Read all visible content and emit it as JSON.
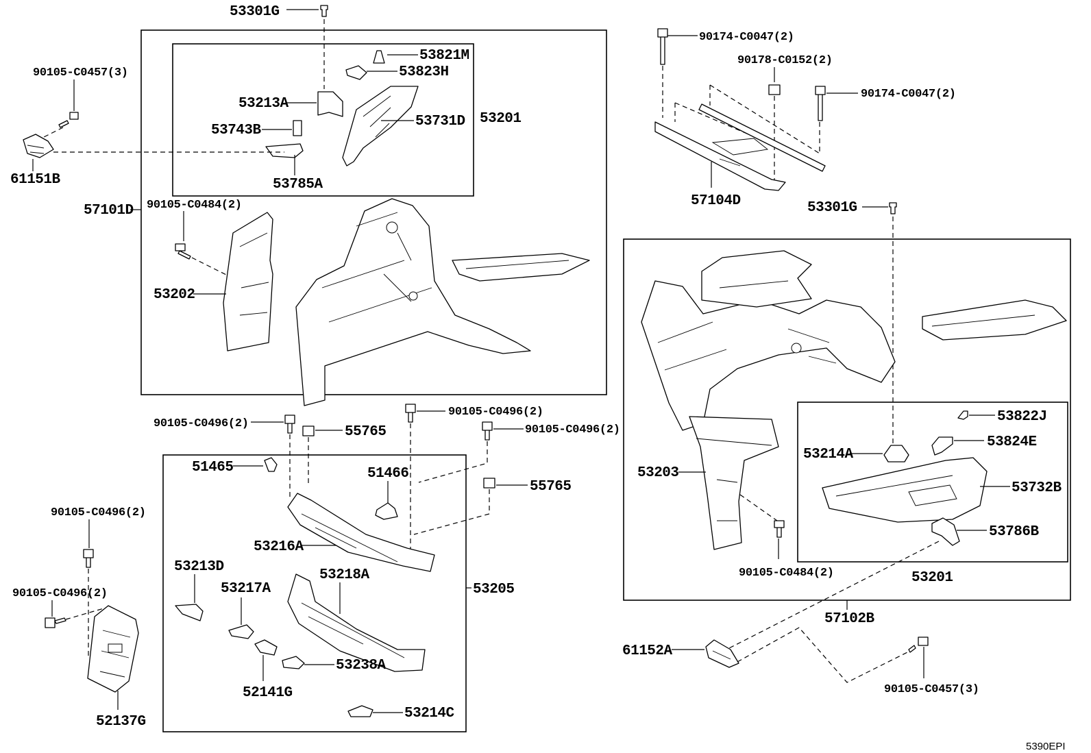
{
  "diagram": {
    "code": "5390EPI",
    "left_assembly": {
      "assembly_label": "57101D",
      "subassembly_label": "53201",
      "subassembly_parts": [
        "53301G",
        "53821M",
        "53823H",
        "53213A",
        "53731D",
        "53743B",
        "53785A"
      ],
      "apron_label": "53202",
      "bolt_label": "90105-C0484(2)"
    },
    "left_sensor": {
      "sensor_label": "61151B",
      "bolt_label": "90105-C0457(3)"
    },
    "crossmember": {
      "label": "57104D",
      "bolt_top_label": "90174-C0047(2)",
      "nut_label": "90178-C0152(2)",
      "bolt_right_label": "90174-C0047(2)"
    },
    "right_assembly": {
      "assembly_label": "57102B",
      "subassembly_label": "53201",
      "top_clip_label": "53301G",
      "parts": [
        "53822J",
        "53214A",
        "53824E",
        "53732B",
        "53786B"
      ],
      "apron_label": "53203",
      "bolt_label": "90105-C0484(2)"
    },
    "right_sensor": {
      "sensor_label": "61152A",
      "bolt_label": "90105-C0457(3)"
    },
    "radiator_support": {
      "box_label": "53205",
      "bolt_a_label": "90105-C0496(2)",
      "nut_a_label": "55765",
      "bolt_b_label": "90105-C0496(2)",
      "bolt_c_label": "90105-C0496(2)",
      "nut_b_label": "55765",
      "parts": [
        "51465",
        "51466",
        "53216A",
        "53213D",
        "53217A",
        "53218A",
        "52141G",
        "53238A",
        "53214C"
      ]
    },
    "lower_bracket": {
      "label": "52137G",
      "bolt_a_label": "90105-C0496(2)",
      "bolt_b_label": "90105-C0496(2)"
    }
  }
}
